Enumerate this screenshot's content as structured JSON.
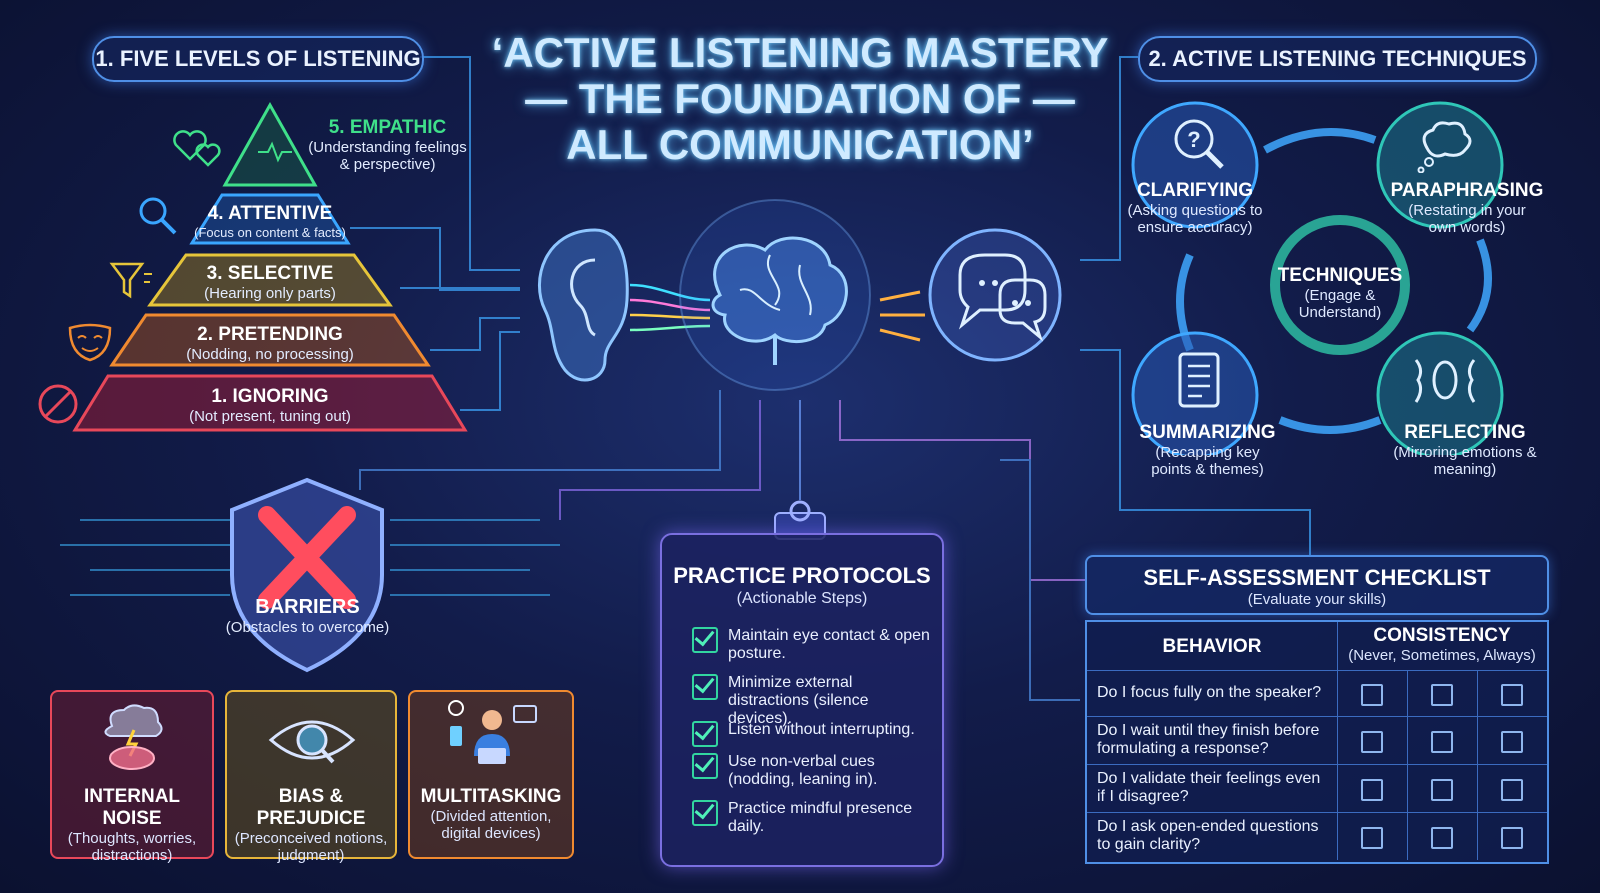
{
  "title": {
    "line1": "‘ACTIVE LISTENING MASTERY",
    "line2": "— THE FOUNDATION OF —",
    "line3": "ALL COMMUNICATION’"
  },
  "section1": {
    "title": "1. FIVE LEVELS OF LISTENING",
    "levels": [
      {
        "name": "5. EMPATHIC",
        "desc": "(Understanding feelings & perspective)",
        "color": "#3fe08a"
      },
      {
        "name": "4. ATTENTIVE",
        "desc": "(Focus on content & facts)",
        "color": "#3aa6ff"
      },
      {
        "name": "3. SELECTIVE",
        "desc": "(Hearing only parts)",
        "color": "#e6c53a"
      },
      {
        "name": "2. PRETENDING",
        "desc": "(Nodding, no processing)",
        "color": "#f08a30"
      },
      {
        "name": "1. IGNORING",
        "desc": "(Not present, tuning out)",
        "color": "#e8485a"
      }
    ]
  },
  "section2": {
    "title": "2. ACTIVE LISTENING TECHNIQUES",
    "center": {
      "name": "TECHNIQUES",
      "desc": "(Engage & Understand)"
    },
    "items": [
      {
        "name": "CLARIFYING",
        "desc": "(Asking questions to ensure accuracy)"
      },
      {
        "name": "PARAPHRASING",
        "desc": "(Restating in your own words)"
      },
      {
        "name": "SUMMARIZING",
        "desc": "(Recapping key points & themes)"
      },
      {
        "name": "REFLECTING",
        "desc": "(Mirroring emotions & meaning)"
      }
    ]
  },
  "barriers": {
    "name": "BARRIERS",
    "desc": "(Obstacles to overcome)",
    "items": [
      {
        "name": "INTERNAL NOISE",
        "desc": "(Thoughts, worries, distractions)",
        "color": "#e8485a"
      },
      {
        "name": "BIAS & PREJUDICE",
        "desc": "(Preconceived notions, judgment)",
        "color": "#e6b53a"
      },
      {
        "name": "MULTITASKING",
        "desc": "(Divided attention, digital devices)",
        "color": "#f08a30"
      }
    ]
  },
  "practice": {
    "title": "PRACTICE PROTOCOLS",
    "subtitle": "(Actionable Steps)",
    "steps": [
      "Maintain eye contact & open posture.",
      "Minimize external distractions (silence devices).",
      "Listen without interrupting.",
      "Use non-verbal cues (nodding, leaning in).",
      "Practice mindful presence daily."
    ]
  },
  "checklist": {
    "title": "SELF-ASSESSMENT CHECKLIST",
    "subtitle": "(Evaluate your skills)",
    "col_behavior": "BEHAVIOR",
    "col_consistency": "CONSISTENCY",
    "col_consistency_sub": "(Never, Sometimes, Always)",
    "rows": [
      "Do I focus fully on the speaker?",
      "Do I wait until they finish before formulating a response?",
      "Do I validate their feelings even if I disagree?",
      "Do I ask open-ended questions to gain clarity?"
    ]
  }
}
